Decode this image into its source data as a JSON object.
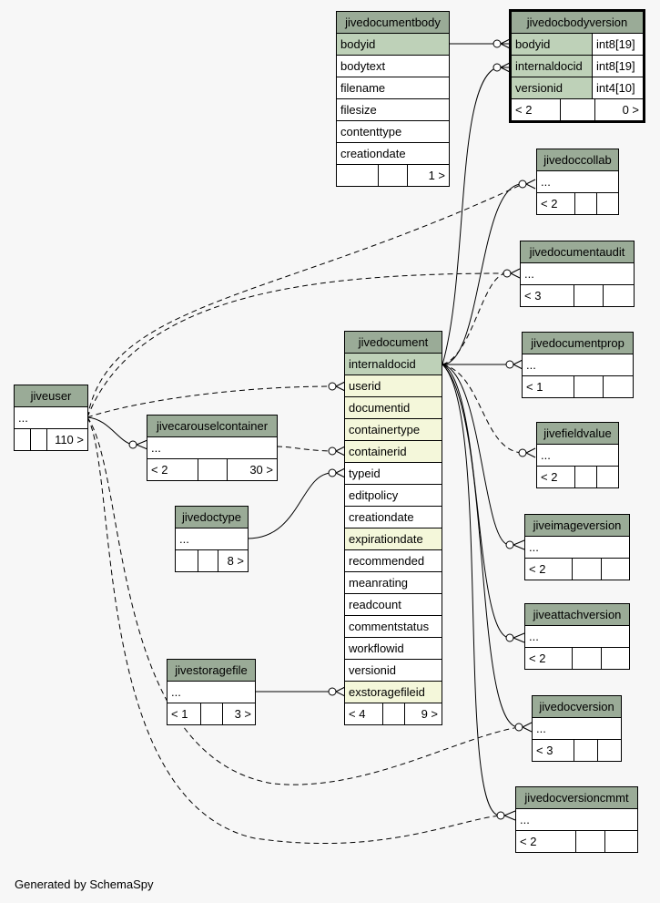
{
  "footer_text": "Generated by SchemaSpy",
  "colors": {
    "header": "#9aab97",
    "primary_key": "#bed1b8",
    "foreign_key": "#f4f7da",
    "background": "#f7f7f7"
  },
  "tables": {
    "jivedocumentbody": {
      "name": "jivedocumentbody",
      "columns": [
        {
          "name": "bodyid",
          "kind": "pk"
        },
        {
          "name": "bodytext",
          "kind": ""
        },
        {
          "name": "filename",
          "kind": ""
        },
        {
          "name": "filesize",
          "kind": ""
        },
        {
          "name": "contenttype",
          "kind": ""
        },
        {
          "name": "creationdate",
          "kind": ""
        }
      ],
      "footer": [
        "",
        "",
        "1 >"
      ]
    },
    "jivedocbodyversion": {
      "name": "jivedocbodyversion",
      "columns": [
        {
          "name": "bodyid",
          "type": "int8[19]",
          "kind": "pk"
        },
        {
          "name": "internaldocid",
          "type": "int8[19]",
          "kind": "pk"
        },
        {
          "name": "versionid",
          "type": "int4[10]",
          "kind": "pk"
        }
      ],
      "footer": [
        "< 2",
        "",
        "0 >"
      ]
    },
    "jivedoccollab": {
      "name": "jivedoccollab",
      "columns": [
        {
          "name": "...",
          "kind": ""
        }
      ],
      "footer": [
        "< 2",
        "",
        ""
      ]
    },
    "jivedocumentaudit": {
      "name": "jivedocumentaudit",
      "columns": [
        {
          "name": "...",
          "kind": ""
        }
      ],
      "footer": [
        "< 3",
        "",
        ""
      ]
    },
    "jivedocumentprop": {
      "name": "jivedocumentprop",
      "columns": [
        {
          "name": "...",
          "kind": ""
        }
      ],
      "footer": [
        "< 1",
        "",
        ""
      ]
    },
    "jivefieldvalue": {
      "name": "jivefieldvalue",
      "columns": [
        {
          "name": "...",
          "kind": ""
        }
      ],
      "footer": [
        "< 2",
        "",
        ""
      ]
    },
    "jiveimageversion": {
      "name": "jiveimageversion",
      "columns": [
        {
          "name": "...",
          "kind": ""
        }
      ],
      "footer": [
        "< 2",
        "",
        ""
      ]
    },
    "jiveattachversion": {
      "name": "jiveattachversion",
      "columns": [
        {
          "name": "...",
          "kind": ""
        }
      ],
      "footer": [
        "< 2",
        "",
        ""
      ]
    },
    "jivedocversion": {
      "name": "jivedocversion",
      "columns": [
        {
          "name": "...",
          "kind": ""
        }
      ],
      "footer": [
        "< 3",
        "",
        ""
      ]
    },
    "jivedocversioncmmt": {
      "name": "jivedocversioncmmt",
      "columns": [
        {
          "name": "...",
          "kind": ""
        }
      ],
      "footer": [
        "< 2",
        "",
        ""
      ]
    },
    "jiveuser": {
      "name": "jiveuser",
      "columns": [
        {
          "name": "...",
          "kind": ""
        }
      ],
      "footer": [
        "",
        "",
        "110 >"
      ]
    },
    "jivecarouselcontainer": {
      "name": "jivecarouselcontainer",
      "columns": [
        {
          "name": "...",
          "kind": ""
        }
      ],
      "footer": [
        "< 2",
        "",
        "30 >"
      ]
    },
    "jivedoctype": {
      "name": "jivedoctype",
      "columns": [
        {
          "name": "...",
          "kind": ""
        }
      ],
      "footer": [
        "",
        "",
        "8 >"
      ]
    },
    "jivestoragefile": {
      "name": "jivestoragefile",
      "columns": [
        {
          "name": "...",
          "kind": ""
        }
      ],
      "footer": [
        "< 1",
        "",
        "3 >"
      ]
    },
    "jivedocument": {
      "name": "jivedocument",
      "columns": [
        {
          "name": "internaldocid",
          "kind": "pk"
        },
        {
          "name": "userid",
          "kind": "fk"
        },
        {
          "name": "documentid",
          "kind": "fk"
        },
        {
          "name": "containertype",
          "kind": "fk"
        },
        {
          "name": "containerid",
          "kind": "fk"
        },
        {
          "name": "typeid",
          "kind": ""
        },
        {
          "name": "editpolicy",
          "kind": ""
        },
        {
          "name": "creationdate",
          "kind": ""
        },
        {
          "name": "expirationdate",
          "kind": "fk"
        },
        {
          "name": "recommended",
          "kind": ""
        },
        {
          "name": "meanrating",
          "kind": ""
        },
        {
          "name": "readcount",
          "kind": ""
        },
        {
          "name": "commentstatus",
          "kind": ""
        },
        {
          "name": "workflowid",
          "kind": ""
        },
        {
          "name": "versionid",
          "kind": ""
        },
        {
          "name": "exstoragefileid",
          "kind": "fk"
        }
      ],
      "footer": [
        "< 4",
        "",
        "9 >"
      ]
    }
  }
}
